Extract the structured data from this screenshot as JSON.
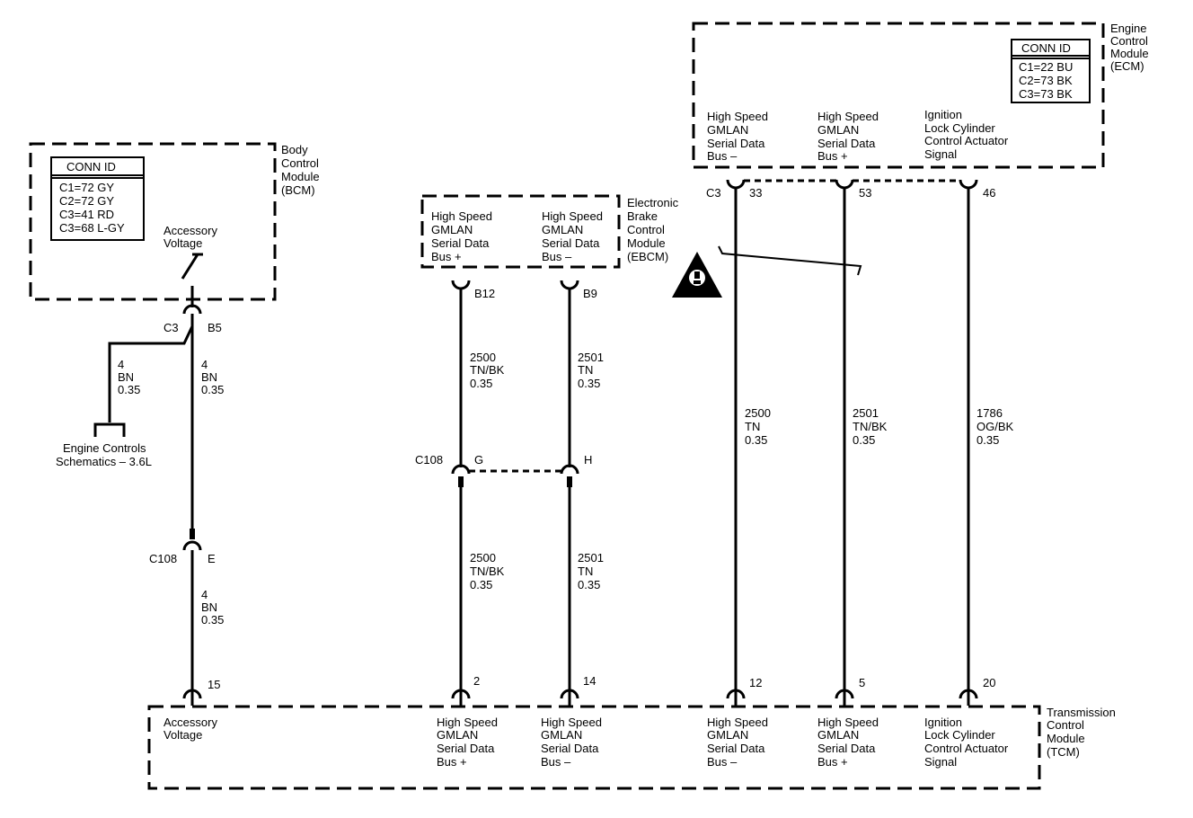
{
  "modules": {
    "bcm": {
      "name": [
        "Body",
        "Control",
        "Module",
        "(BCM)"
      ],
      "conn_header": "CONN ID",
      "conn": [
        "C1=72 GY",
        "C2=72 GY",
        "C3=41 RD",
        "C3=68 L-GY"
      ],
      "pin_label": [
        "Accessory",
        "Voltage"
      ]
    },
    "ebcm": {
      "name": [
        "Electronic",
        "Brake",
        "Control",
        "Module",
        "(EBCM)"
      ],
      "pins": [
        [
          "High Speed",
          "GMLAN",
          "Serial Data",
          "Bus +"
        ],
        [
          "High Speed",
          "GMLAN",
          "Serial Data",
          "Bus –"
        ]
      ]
    },
    "ecm": {
      "name": [
        "Engine",
        "Control",
        "Module",
        "(ECM)"
      ],
      "conn_header": "CONN ID",
      "conn": [
        "C1=22 BU",
        "C2=73 BK",
        "C3=73 BK"
      ],
      "pins": [
        [
          "High Speed",
          "GMLAN",
          "Serial Data",
          "Bus –"
        ],
        [
          "High Speed",
          "GMLAN",
          "Serial Data",
          "Bus +"
        ],
        [
          "Ignition",
          "Lock Cylinder",
          "Control Actuator",
          "Signal"
        ]
      ]
    },
    "tcm": {
      "name": [
        "Transmission",
        "Control",
        "Module",
        "(TCM)"
      ],
      "pins": [
        [
          "Accessory",
          "Voltage"
        ],
        [
          "High Speed",
          "GMLAN",
          "Serial Data",
          "Bus +"
        ],
        [
          "High Speed",
          "GMLAN",
          "Serial Data",
          "Bus –"
        ],
        [
          "High Speed",
          "GMLAN",
          "Serial Data",
          "Bus –"
        ],
        [
          "High Speed",
          "GMLAN",
          "Serial Data",
          "Bus +"
        ],
        [
          "Ignition",
          "Lock Cylinder",
          "Control Actuator",
          "Signal"
        ]
      ]
    }
  },
  "connectors": {
    "bcm_conn": "C3",
    "bcm_pin": "B5",
    "ebcm_pins": [
      "B12",
      "B9"
    ],
    "ecm_conn": "C3",
    "ecm_pins": [
      "33",
      "53",
      "46"
    ],
    "c108_g_label": "C108",
    "c108_g_pins": [
      "G",
      "H"
    ],
    "c108_e_label": "C108",
    "c108_e_pin": "E",
    "tcm_pins": [
      "15",
      "2",
      "14",
      "12",
      "5",
      "20"
    ]
  },
  "wires": {
    "bcm_branch": [
      "4",
      "BN",
      "0.35"
    ],
    "bcm_main": [
      "4",
      "BN",
      "0.35"
    ],
    "bcm_lower": [
      "4",
      "BN",
      "0.35"
    ],
    "ebcm_plus_upper": [
      "2500",
      "TN/BK",
      "0.35"
    ],
    "ebcm_minus_upper": [
      "2501",
      "TN",
      "0.35"
    ],
    "ebcm_plus_lower": [
      "2500",
      "TN/BK",
      "0.35"
    ],
    "ebcm_minus_lower": [
      "2501",
      "TN",
      "0.35"
    ],
    "ecm_minus": [
      "2500",
      "TN",
      "0.35"
    ],
    "ecm_plus": [
      "2501",
      "TN/BK",
      "0.35"
    ],
    "ecm_ign": [
      "1786",
      "OG/BK",
      "0.35"
    ]
  },
  "reference": [
    "Engine Controls",
    "Schematics – 3.6L"
  ],
  "icons": {
    "warning": "warning-triangle-icon"
  }
}
